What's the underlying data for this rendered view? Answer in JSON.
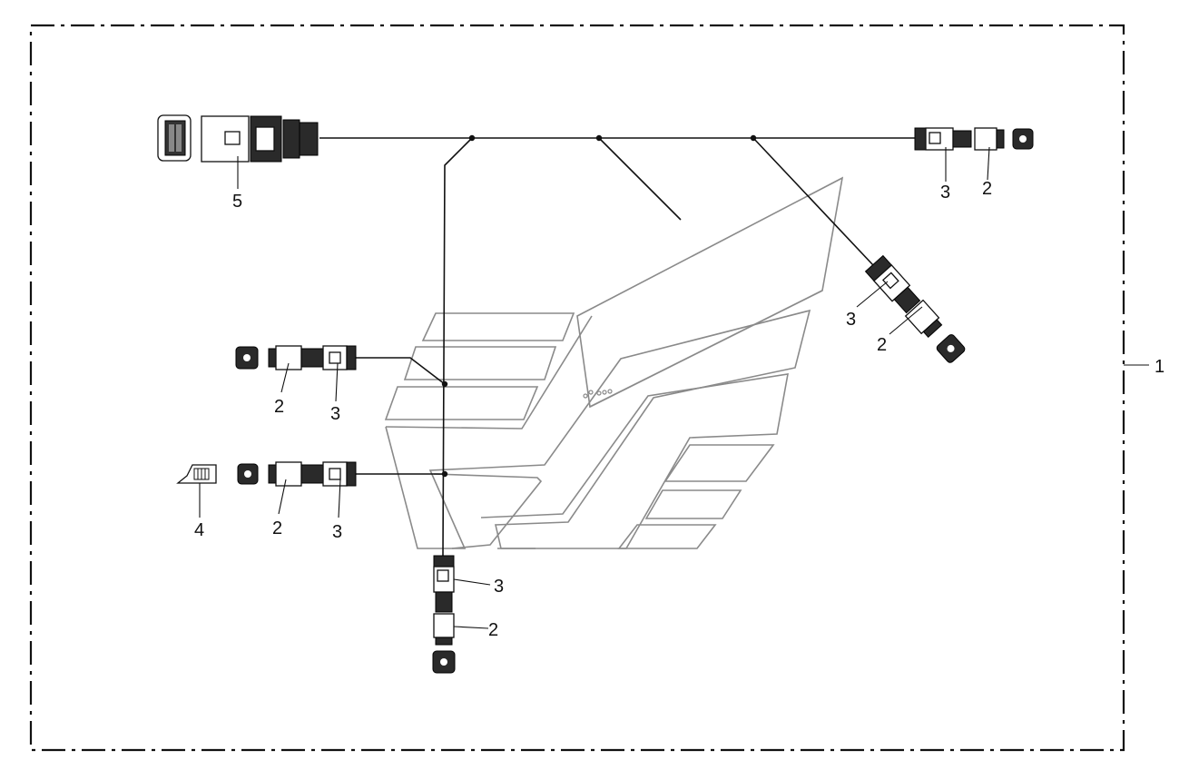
{
  "diagram": {
    "labels": {
      "assembly": "1",
      "plug_a": "2",
      "plug_b": "2",
      "plug_c": "2",
      "plug_d": "2",
      "plug_e": "2",
      "socket_a": "3",
      "socket_b": "3",
      "socket_c": "3",
      "socket_d": "3",
      "socket_e": "3",
      "clip": "4",
      "main_connector": "5"
    },
    "colors": {
      "linework": "#111111",
      "background_outline": "#8a8a8a",
      "connector_fill": "#2a2a2a"
    }
  }
}
